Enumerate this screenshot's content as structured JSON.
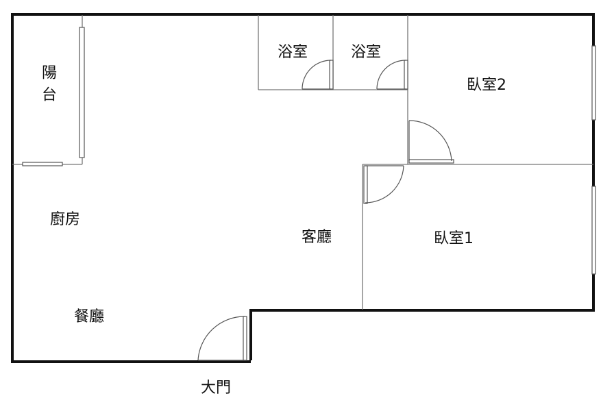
{
  "rooms": {
    "balcony": "陽台",
    "bath_1": "浴室",
    "bath_2": "浴室",
    "bedroom_2": "臥室2",
    "kitchen": "廚房",
    "living_room": "客廳",
    "bedroom_1": "臥室1",
    "dining_room": "餐廳"
  },
  "entrance": {
    "label": "大門"
  },
  "colors": {
    "wall": "#111111",
    "partition": "#777777",
    "background": "#ffffff"
  }
}
